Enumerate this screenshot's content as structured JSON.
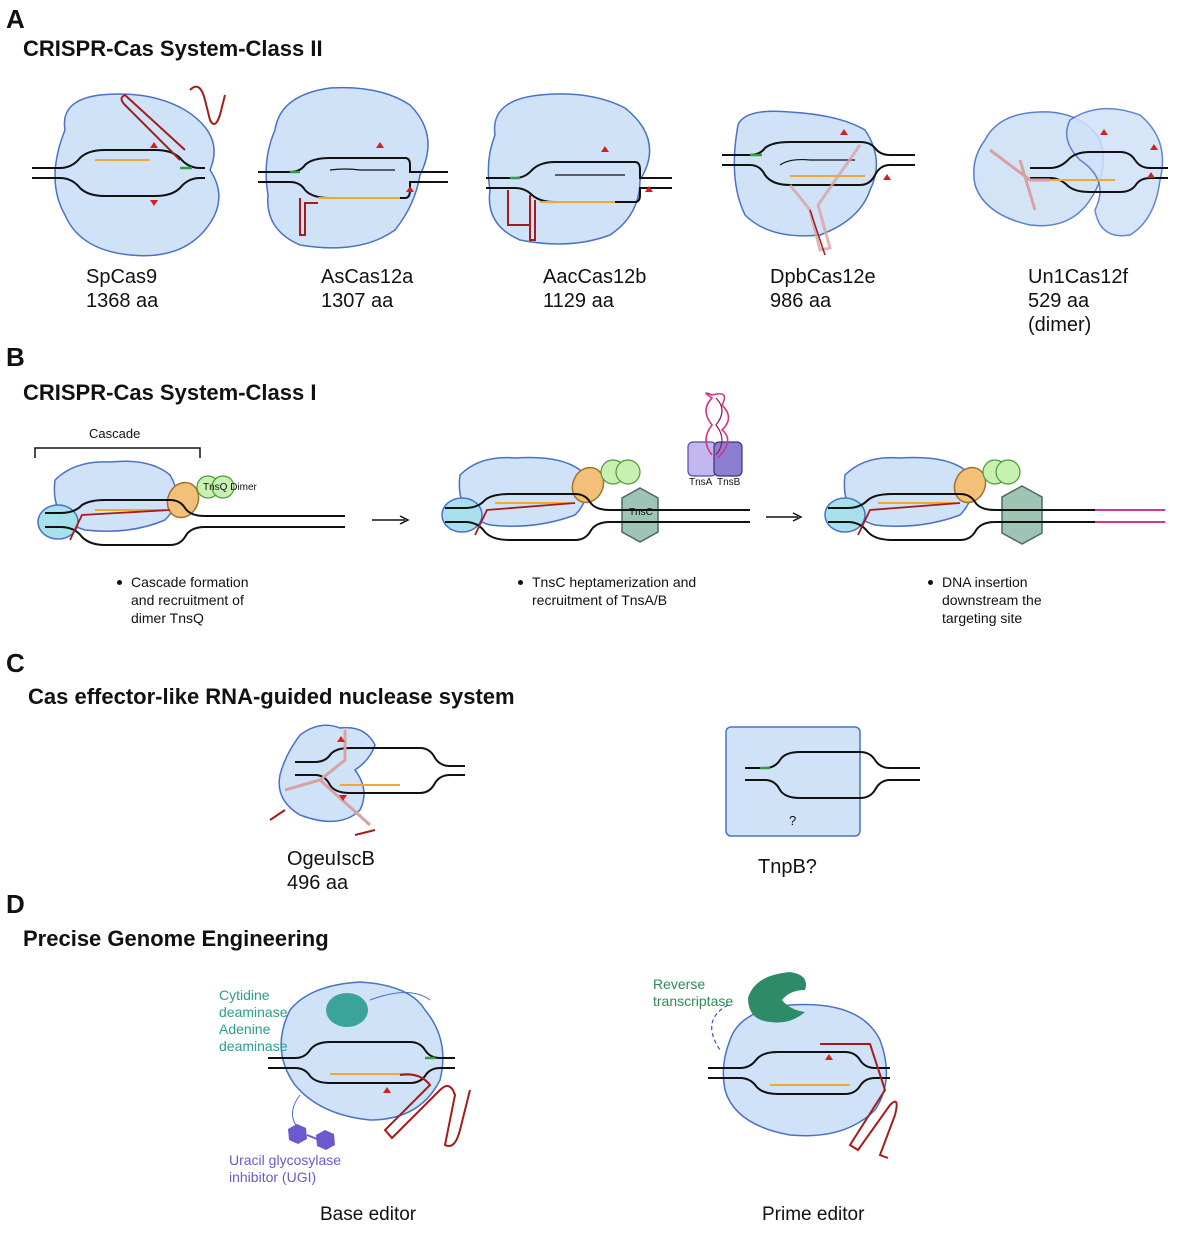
{
  "panels": {
    "A": {
      "letter": "A",
      "title": "CRISPR-Cas System-Class II",
      "proteins": [
        {
          "name": "SpCas9",
          "size": "1368 aa"
        },
        {
          "name": "AsCas12a",
          "size": "1307 aa"
        },
        {
          "name": "AacCas12b",
          "size": "1129 aa"
        },
        {
          "name": "DpbCas12e",
          "size": "986 aa"
        },
        {
          "name": "Un1Cas12f",
          "size": "529 aa",
          "note": "(dimer)"
        }
      ]
    },
    "B": {
      "letter": "B",
      "title": "CRISPR-Cas System-Class I",
      "cascade_label": "Cascade",
      "tnsq_label": "TnsQ Dimer",
      "tnsc_label": "TnsC",
      "tnsa_label": "TnsA",
      "tnsb_label": "TnsB",
      "steps": [
        {
          "lines": [
            "Cascade formation",
            "and recruitment of",
            "dimer TnsQ"
          ]
        },
        {
          "lines": [
            "TnsC heptamerization and",
            "recruitment of TnsA/B"
          ]
        },
        {
          "lines": [
            "DNA insertion",
            "downstream the",
            "targeting site"
          ]
        }
      ]
    },
    "C": {
      "letter": "C",
      "title": "Cas effector-like RNA-guided nuclease system",
      "items": [
        {
          "name": "OgeuIscB",
          "size": "496 aa"
        },
        {
          "name": "TnpB?"
        }
      ],
      "question_mark": "?"
    },
    "D": {
      "letter": "D",
      "title": "Precise Genome Engineering",
      "base_editor": {
        "deaminase_lines": [
          "Cytidine",
          "deaminase",
          "Adenine",
          "deaminase"
        ],
        "ugi_lines": [
          "Uracil glycosylase",
          "inhibitor (UGI)"
        ],
        "label": "Base editor"
      },
      "prime_editor": {
        "rt_lines": [
          "Reverse",
          "transcriptase"
        ],
        "label": "Prime editor"
      }
    }
  },
  "colors": {
    "protein_fill": "#cfe2f7",
    "protein_stroke": "#4a72c4",
    "dna": "#111111",
    "guide_rna": "#a51c1c",
    "spacer": "#f0a830",
    "pam": "#2e9e3e",
    "cut_site": "#d62020",
    "tnsq": "#c8f0b0",
    "cas_orange": "#f3c07a",
    "cas_cyan": "#a8e0ec",
    "tnsc": "#9fc4b6",
    "tnsa": "#c3b7f0",
    "tnsb": "#8a7fd0",
    "insert": "#d6338a",
    "deaminase": "#3aa39a",
    "ugi": "#6a5acd",
    "rt": "#2e8b67"
  }
}
